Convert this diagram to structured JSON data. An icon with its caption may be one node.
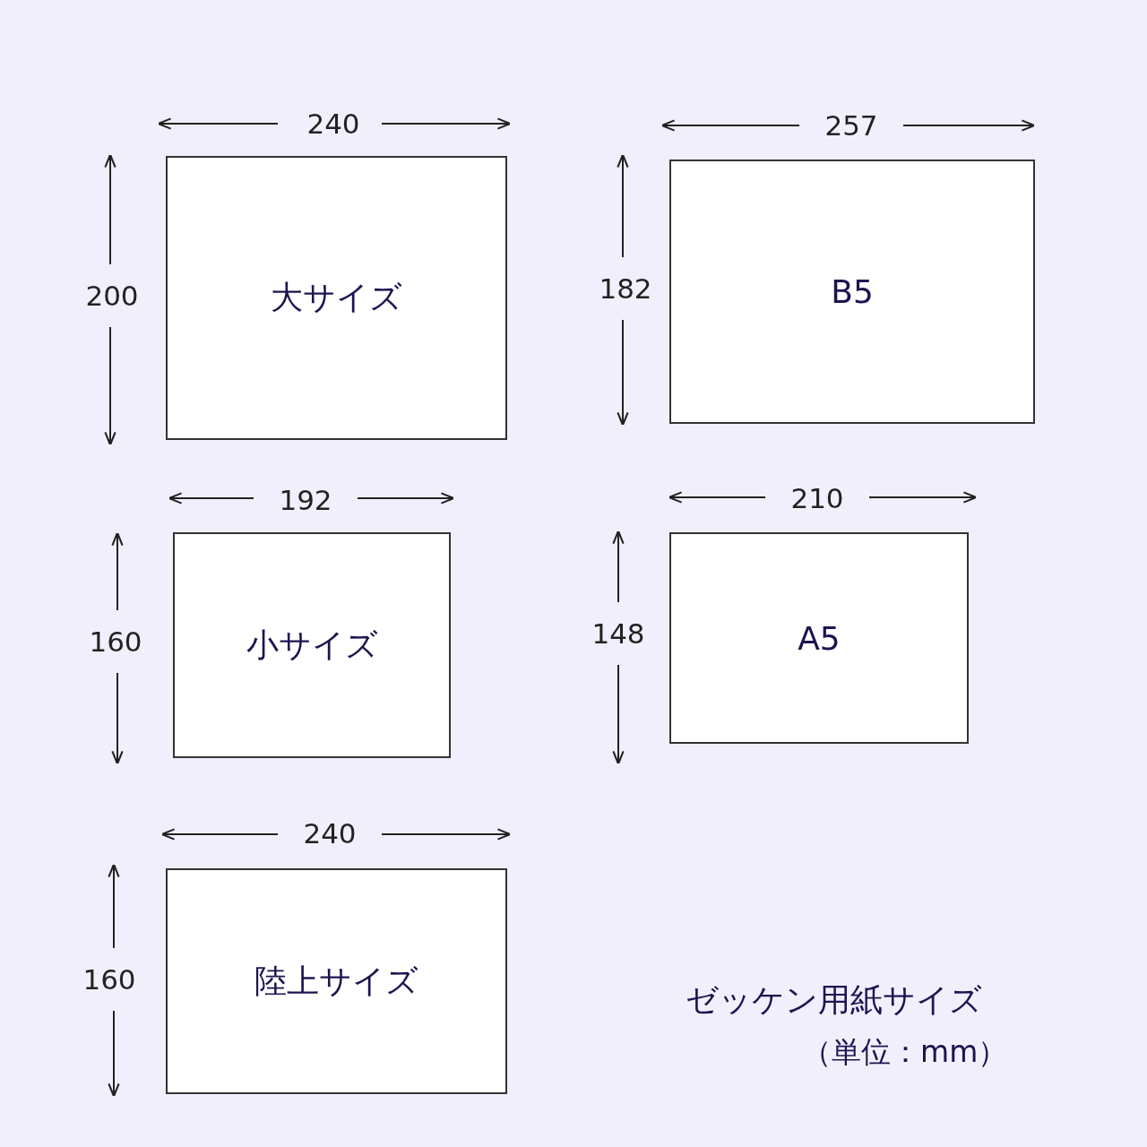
{
  "diagram": {
    "title": "ゼッケン用紙サイズ",
    "caption": "（単位：mm）",
    "nodes": [
      {
        "text": [
          "大サイズ"
        ]
      },
      {
        "text": [
          "B5"
        ]
      },
      {
        "text": [
          "小サイズ"
        ]
      },
      {
        "text": [
          "A5"
        ]
      },
      {
        "text": [
          "陸上サイズ"
        ]
      }
    ],
    "labels": [
      "240",
      "257",
      "200",
      "182",
      "192",
      "210",
      "160",
      "148",
      "240",
      "160"
    ]
  }
}
